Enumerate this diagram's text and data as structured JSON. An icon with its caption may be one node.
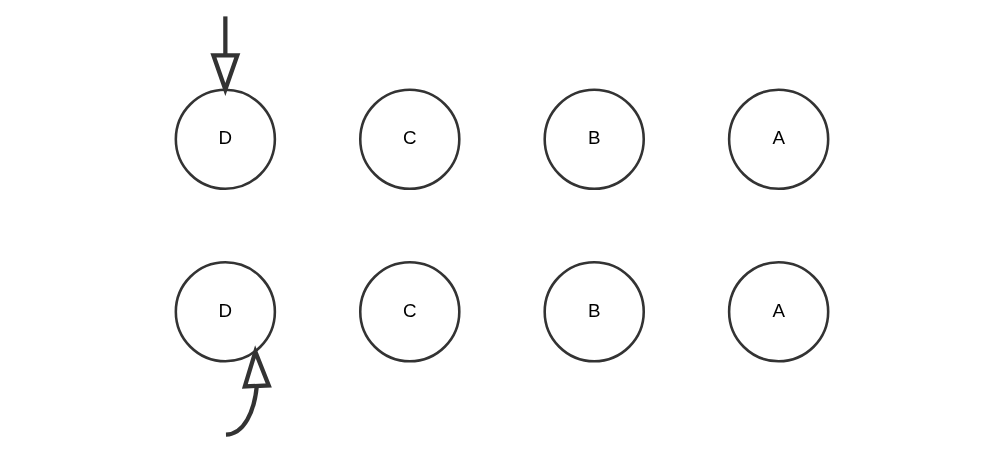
{
  "diagram": {
    "nodes": [
      {
        "text": [
          "D"
        ]
      },
      {
        "text": [
          "C"
        ]
      },
      {
        "text": [
          "B"
        ]
      },
      {
        "text": [
          "A"
        ]
      },
      {
        "text": [
          "D"
        ]
      },
      {
        "text": [
          "C"
        ]
      },
      {
        "text": [
          "B"
        ]
      },
      {
        "text": [
          "A"
        ]
      }
    ],
    "edges": [
      {
        "from": null,
        "to": 0,
        "arrow": "to"
      },
      {
        "from": null,
        "to": 4,
        "arrow": "to"
      }
    ]
  }
}
